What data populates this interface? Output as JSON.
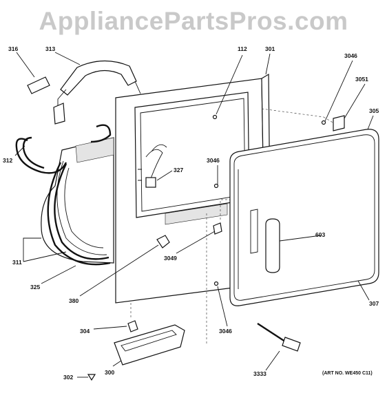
{
  "header": {
    "watermark": "AppliancePartsPros.com"
  },
  "colors": {
    "watermark": "#c9c9c9",
    "line": "#111111",
    "background": "#ffffff"
  },
  "callouts": {
    "c316": "316",
    "c313": "313",
    "c112": "112",
    "c301": "301",
    "c3046a": "3046",
    "c3051": "3051",
    "c305": "305",
    "c312": "312",
    "c327": "327",
    "c3046b": "3046",
    "c603": "603",
    "c311": "311",
    "c3049": "3049",
    "c325": "325",
    "c380": "380",
    "c307": "307",
    "c3046c": "3046",
    "c304": "304",
    "c3333": "3333",
    "c302": "302",
    "c300": "300"
  },
  "footer": {
    "art_no": "(ART NO. WE450 C11)"
  }
}
